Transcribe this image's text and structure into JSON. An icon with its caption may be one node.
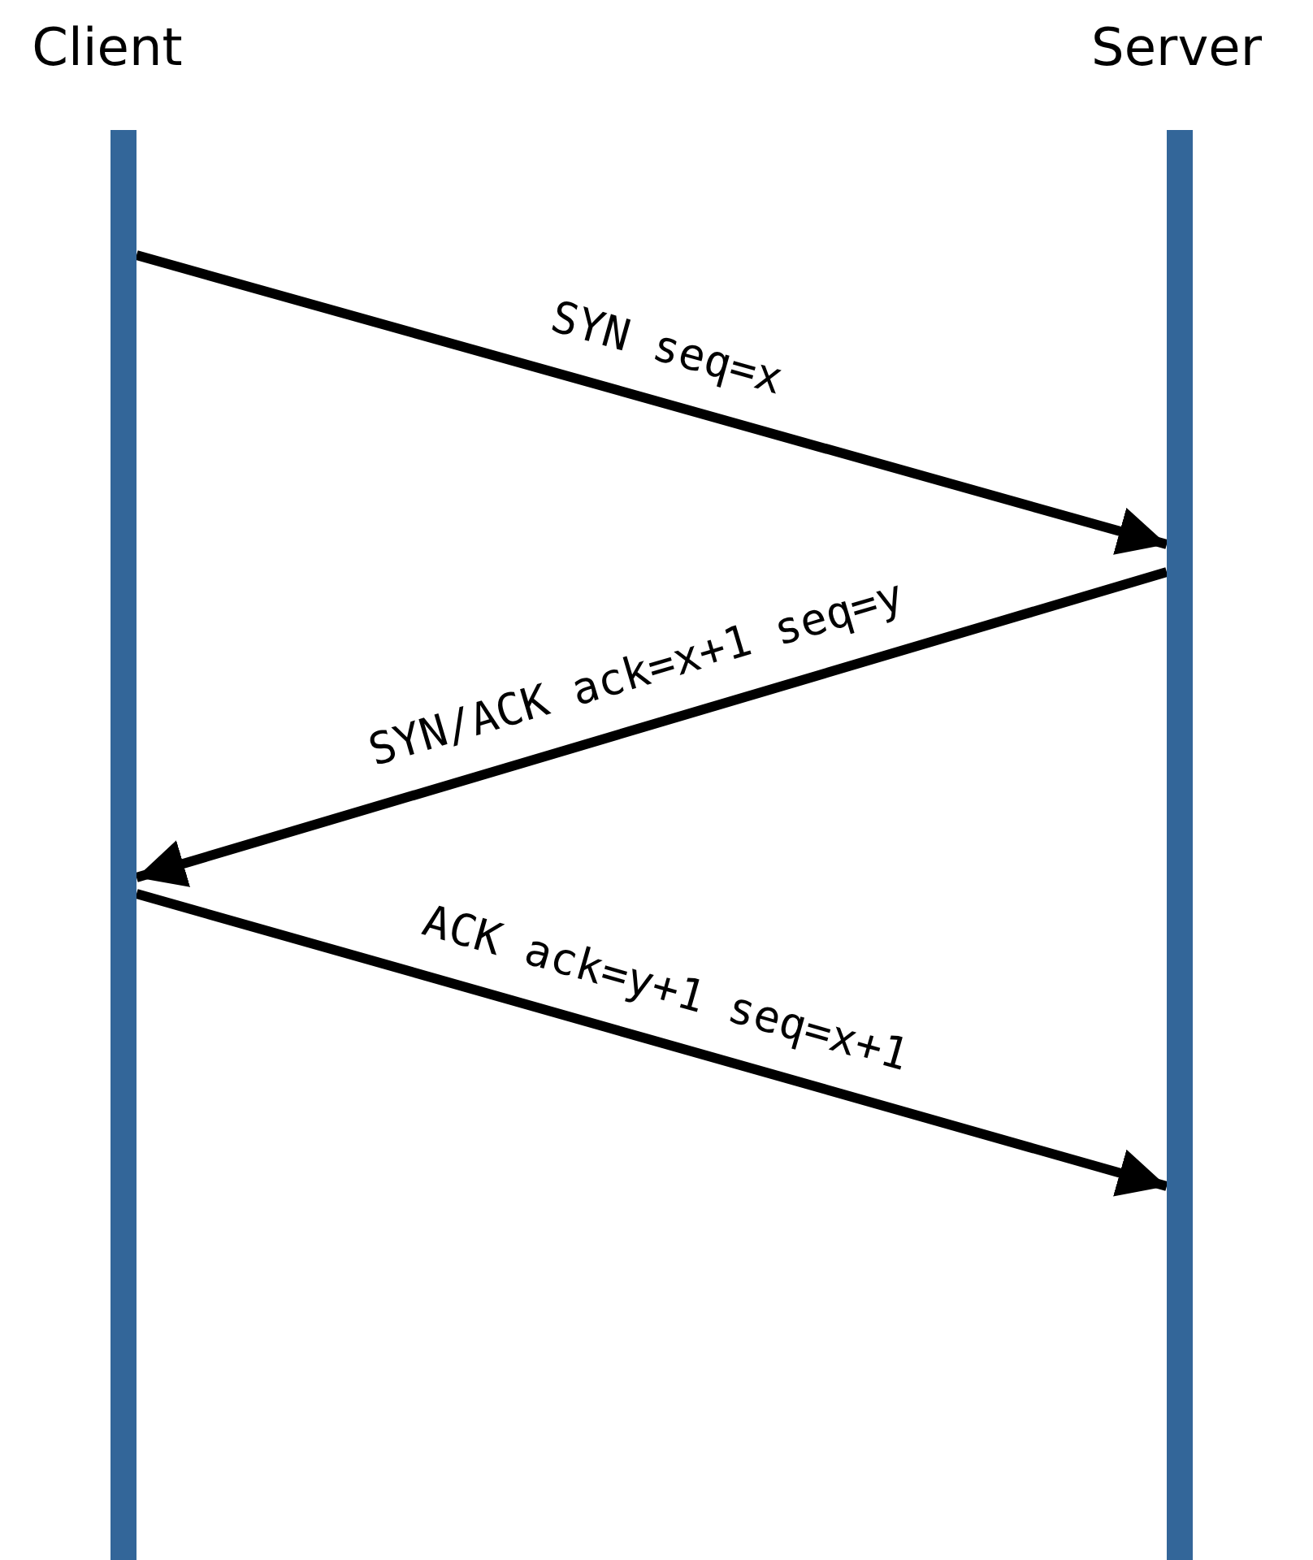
{
  "diagram": {
    "nodes": [
      {
        "text": [
          "Client"
        ]
      },
      {
        "text": [
          "Server"
        ]
      }
    ],
    "edges": [
      {
        "from": 0,
        "to": 1,
        "arrow": "to",
        "label": "SYN seq=x"
      },
      {
        "from": 1,
        "to": 0,
        "arrow": "to",
        "label": "SYN/ACK ack=x+1 seq=y"
      },
      {
        "from": 0,
        "to": 1,
        "arrow": "to",
        "label": "ACK ack=y+1 seq=x+1"
      }
    ]
  }
}
